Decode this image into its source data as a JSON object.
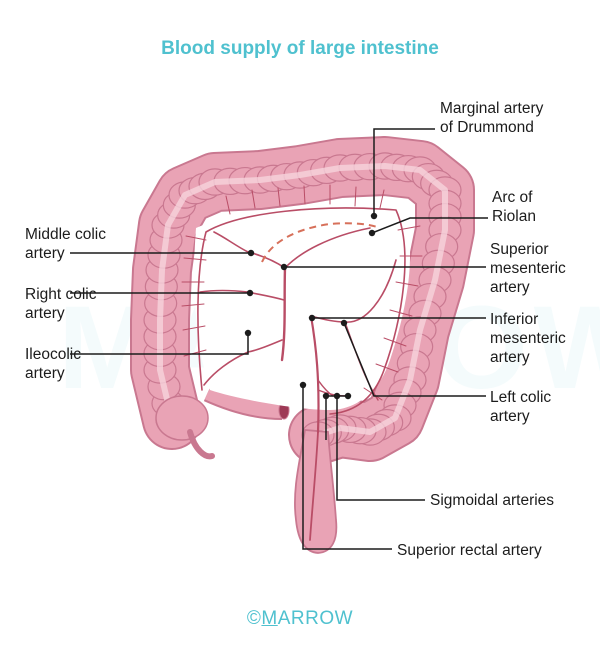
{
  "title": "Blood supply of large intestine",
  "colors": {
    "title": "#4fc1cf",
    "intestine": "#e9a3b5",
    "intestine_dark": "#c97890",
    "intestine_light": "#f6d3dc",
    "artery": "#b94d66",
    "leader": "#1c1c1c",
    "watermark": "#4fc1cf",
    "footer": "#4fc1cf"
  },
  "watermark": "MARROW",
  "labels": {
    "marginal": "Marginal artery\nof Drummond",
    "arc_riolan": "Arc of\nRiolan",
    "middle_colic": "Middle colic\nartery",
    "superior_mesenteric": "Superior\nmesenteric\nartery",
    "right_colic": "Right colic\nartery",
    "inferior_mesenteric": "Inferior\nmesenteric\nartery",
    "ileocolic": "Ileocolic\nartery",
    "left_colic": "Left colic\nartery",
    "sigmoidal": "Sigmoidal arteries",
    "superior_rectal": "Superior rectal artery"
  },
  "footer": {
    "symbol": "©",
    "initial": "M",
    "rest": "ARROW"
  }
}
